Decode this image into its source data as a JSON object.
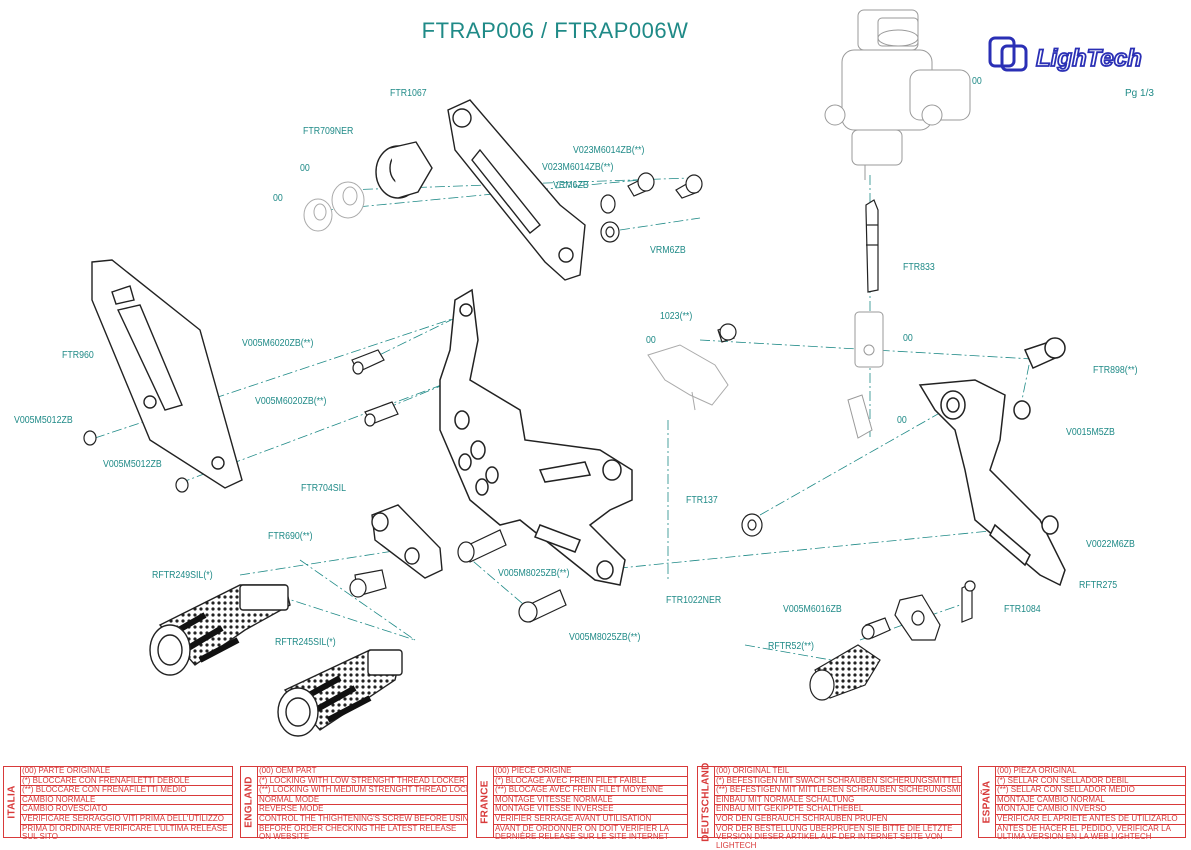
{
  "title": "FTRAP006 / FTRAP006W",
  "page": "Pg 1/3",
  "brand": "LighTech",
  "colors": {
    "accent": "#1f8a87",
    "legend": "#d83a3a",
    "brand": "#2a2fb5",
    "drawing": "#222222"
  },
  "callouts": {
    "ftr1067": "FTR1067",
    "ftr709ner": "FTR709NER",
    "oo_1": "00",
    "oo_2": "00",
    "v023_a": "V023M6014ZB(**)",
    "v023_b": "V023M6014ZB(**)",
    "vrm6zb_a": "VRM6ZB",
    "vrm6zb_b": "VRM6ZB",
    "oo_master": "00",
    "ftr833": "FTR833",
    "oo_3": "00",
    "oo_4": "00",
    "ftr960": "FTR960",
    "v005m5012zb_a": "V005M5012ZB",
    "v005m5012zb_b": "V005M5012ZB",
    "v005m6020zb_a": "V005M6020ZB(**)",
    "v005m6020zb_b": "V005M6020ZB(**)",
    "lock1023": "1023(**)",
    "oo_5": "00",
    "ftr898": "FTR898(**)",
    "v0015m5zb": "V0015M5ZB",
    "ftr137": "FTR137",
    "v0022m6zb": "V0022M6ZB",
    "rftr275": "RFTR275",
    "ftr704sil": "FTR704SIL",
    "ftr690": "FTR690(**)",
    "rftr249sil": "RFTR249SIL(*)",
    "v005m8025zb_a": "V005M8025ZB(**)",
    "v005m8025zb_b": "V005M8025ZB(**)",
    "ftr1022ner": "FTR1022NER",
    "rftr245sil": "RFTR245SIL(*)",
    "v005m6016zb": "V005M6016ZB",
    "ftr1084": "FTR1084",
    "rftr52": "RFTR52(**)"
  },
  "legend": [
    {
      "lang": "ITALIA",
      "rows": [
        "(00) PARTE ORIGINALE",
        "(*)    BLOCCARE CON FRENAFILETTI DEBOLE",
        "(**)   BLOCCARE CON FRENAFILETTI MEDIO",
        "CAMBIO NORMALE",
        "CAMBIO ROVESCIATO",
        "VERIFICARE SERRAGGIO VITI PRIMA DELL'UTILIZZO",
        "PRIMA DI ORDINARE VERIFICARE L'ULTIMA RELEASE SUL SITO"
      ]
    },
    {
      "lang": "ENGLAND",
      "rows": [
        "(00) OEM PART",
        "(*)    LOCKING WITH LOW STRENGHT THREAD LOCKER",
        "(**)   LOCKING WITH MEDIUM STRENGHT THREAD LOCKER",
        "NORMAL MODE",
        "REVERSE MODE",
        "CONTROL THE THIGHTENING'S SCREW BEFORE USING",
        "BEFORE ORDER CHECKING THE LATEST RELEASE ON WEBSITE"
      ]
    },
    {
      "lang": "FRANCE",
      "rows": [
        "(00) PIECE ORIGINE",
        "(*)    BLOCAGE AVEC FREIN FILET FAIBLE",
        "(**)   BLOCAGE AVEC FREIN FILET MOYENNE",
        "MONTAGE VITESSE NORMALE",
        "MONTAGE VITESSE INVERSEE",
        "VERIFIER SERRAGE AVANT UTILISATION",
        "AVANT DE ORDONNER ON DOIT VÉRIFIER LA DERNIÈRE RELEASE SUR LE SITE INTERNET"
      ]
    },
    {
      "lang": "DEUTSCHLAND",
      "rows": [
        "(00) ORIGINAL TEIL",
        "(*)    BEFESTIGEN MIT SWACH SCHRAUBEN SICHERUNGSMITTEL",
        "(**)   BEFESTIGEN MIT MITTLEREN SCHRAUBEN SICHERUNGSMITTEL",
        "EINBAU MIT NORMALE SCHALTUNG",
        "EINBAU MIT GEKIPPTE SCHALTHEBEL",
        "VOR DEN GEBRAUCH SCHRAUBEN PRUFEN",
        "VOR DER BESTELLUNG ÜBERPRÜFEN SIE BITTE DIE LETZTE VERSION DIESER ARTIKEL AUF DER INTERNET SEITE VON LIGHTECH"
      ]
    },
    {
      "lang": "ESPAÑA",
      "rows": [
        "(00) PIEZA ORIGINAL",
        "(*)    SELLAR CON SELLADOR DEBIL",
        "(**)   SELLAR CON SELLADOR MEDIO",
        "MONTAJE  CAMBIO NORMAL",
        "MONTAJE CAMBIO INVERSO",
        "VERIFICAR EL APRIETE ANTES DE UTILIZARLO",
        "ANTES DE HACER EL PEDIDO, VERIFICAR LA ULTIMA VERSION EN LA WEB LIGHTECH"
      ]
    }
  ]
}
